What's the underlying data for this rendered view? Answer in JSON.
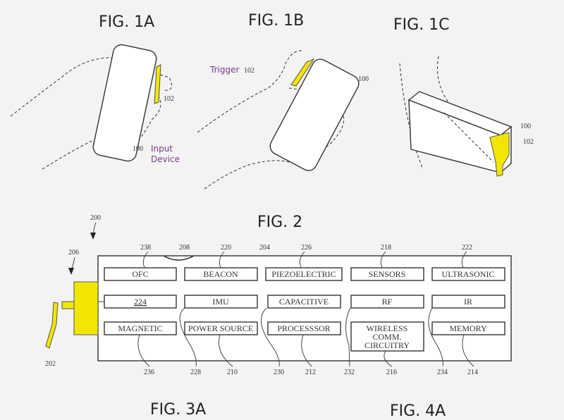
{
  "figures": {
    "fig1a": "FIG. 1A",
    "fig1b": "FIG. 1B",
    "fig1c": "FIG. 1C",
    "fig2": "FIG. 2",
    "fig3a": "FIG. 3A",
    "fig4a": "FIG. 4A"
  },
  "annotations": {
    "input_device_line1": "Input",
    "input_device_line2": "Device",
    "trigger": "Trigger"
  },
  "fig1_refs": {
    "a_102": "102",
    "a_100": "100",
    "b_102": "102",
    "b_100": "100",
    "c_100": "100",
    "c_102": "102"
  },
  "fig2_refs": {
    "r200": "200",
    "r206": "206",
    "r202": "202",
    "r238": "238",
    "r208": "208",
    "r220": "220",
    "r204": "204",
    "r226": "226",
    "r218": "218",
    "r222": "222",
    "r236": "236",
    "r228": "228",
    "r210": "210",
    "r230": "230",
    "r212": "212",
    "r232": "232",
    "r216": "216",
    "r234": "234",
    "r214": "214"
  },
  "blocks": {
    "ofc": "OFC",
    "beacon": "BEACON",
    "piezoelectric": "PIEZOELECTRIC",
    "sensors": "SENSORS",
    "ultrasonic": "ULTRASONIC",
    "b224": "224",
    "imu": "IMU",
    "capacitive": "CAPACITIVE",
    "rf": "RF",
    "ir": "IR",
    "magnetic": "MAGNETIC",
    "power_source": "POWER SOURCE",
    "processor": "PROCESSSOR",
    "wireless_1": "WIRELESS",
    "wireless_2": "COMM.",
    "wireless_3": "CIRCUITRY",
    "memory": "MEMORY"
  },
  "colors": {
    "trigger_yellow": "#f2e600",
    "annotation_purple": "#7a3a8a"
  }
}
